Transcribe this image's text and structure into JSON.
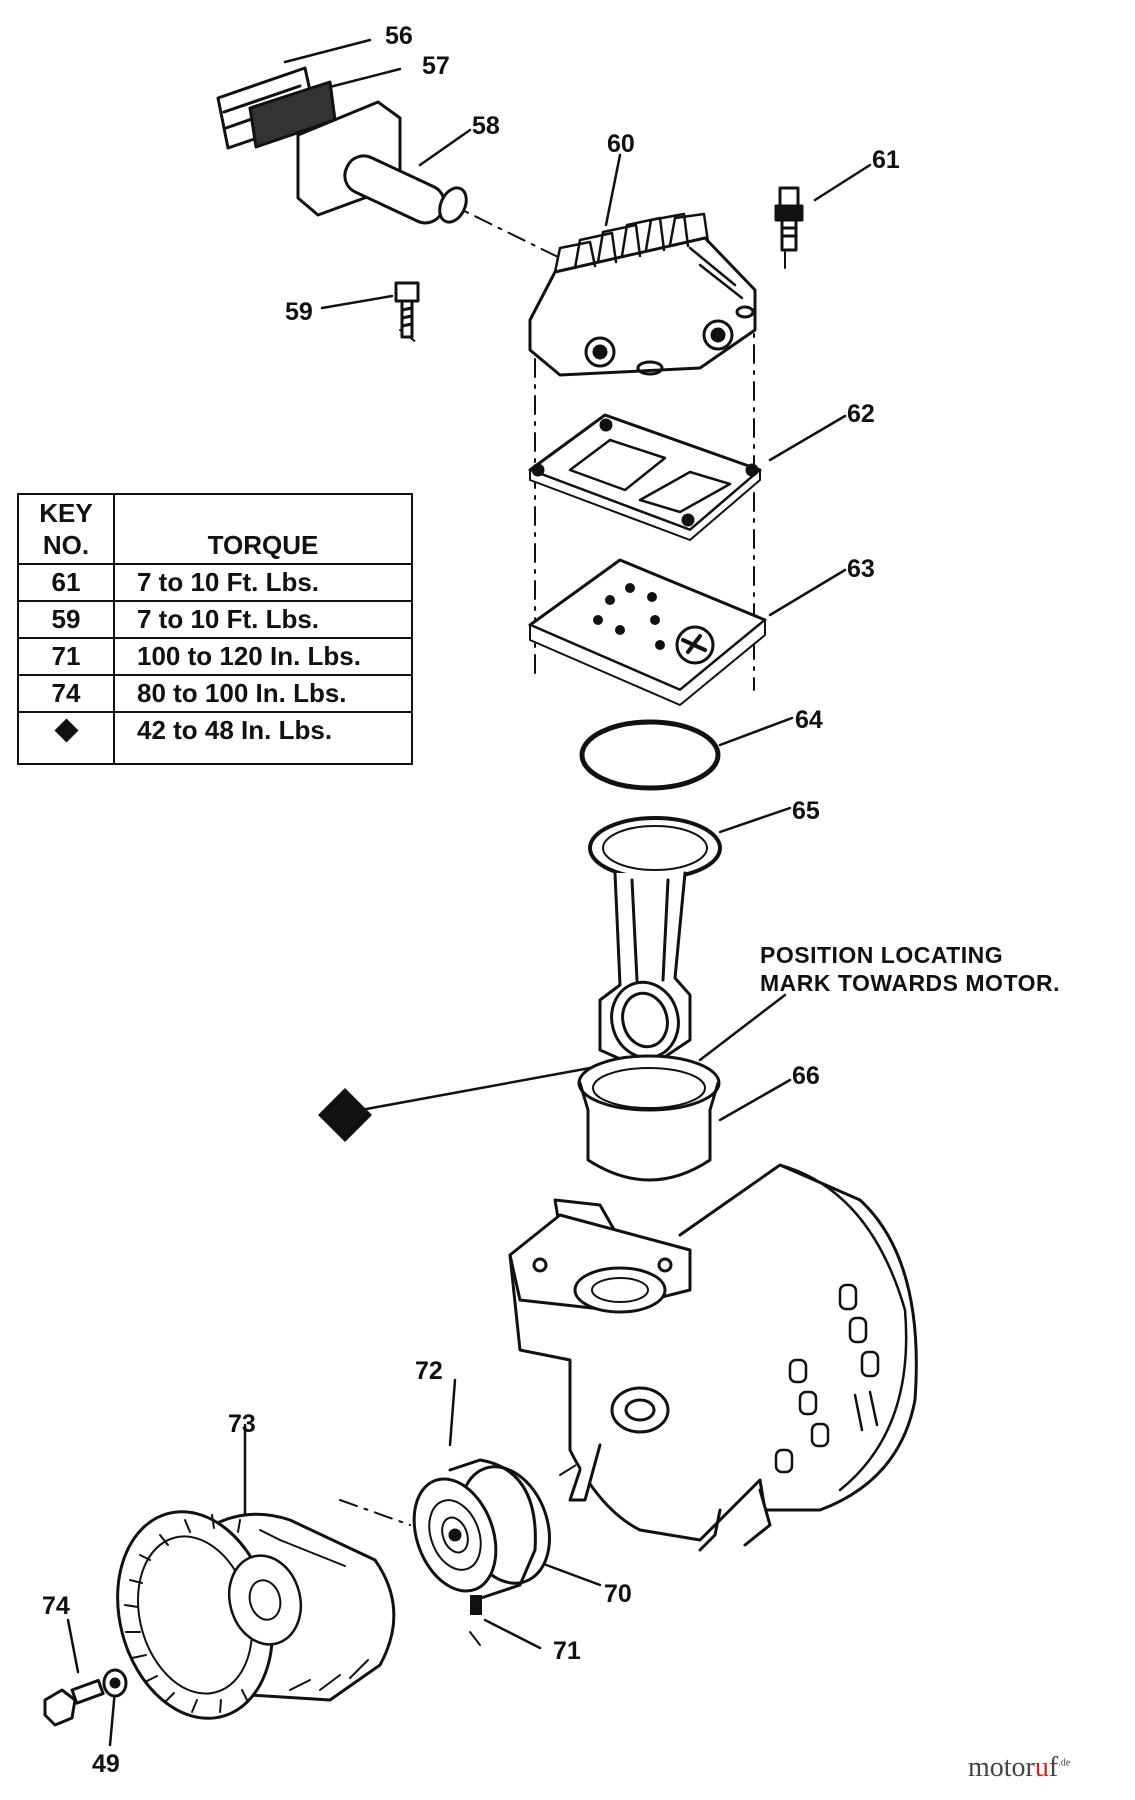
{
  "callouts": [
    "56",
    "57",
    "58",
    "60",
    "61",
    "59",
    "62",
    "63",
    "64",
    "65",
    "66",
    "72",
    "73",
    "70",
    "71",
    "74",
    "49"
  ],
  "note": {
    "line1": "POSITION LOCATING",
    "line2": "MARK TOWARDS MOTOR."
  },
  "torque_table": {
    "header_key_line1": "KEY",
    "header_key_line2": "NO.",
    "header_torque": "TORQUE",
    "rows": [
      {
        "key": "61",
        "torque": "7 to 10 Ft. Lbs."
      },
      {
        "key": "59",
        "torque": "7 to 10 Ft. Lbs."
      },
      {
        "key": "71",
        "torque": "100 to 120 In. Lbs."
      },
      {
        "key": "74",
        "torque": "80 to 100 In. Lbs."
      },
      {
        "key": "",
        "key_icon": "diamond-icon",
        "torque": "42 to 48 In. Lbs."
      }
    ]
  },
  "watermark": {
    "part1": "motor",
    "part2": "u",
    "part3": "f",
    "suffix": ".de"
  },
  "colors": {
    "ink": "#111111",
    "watermark_accent": "#d62020"
  }
}
